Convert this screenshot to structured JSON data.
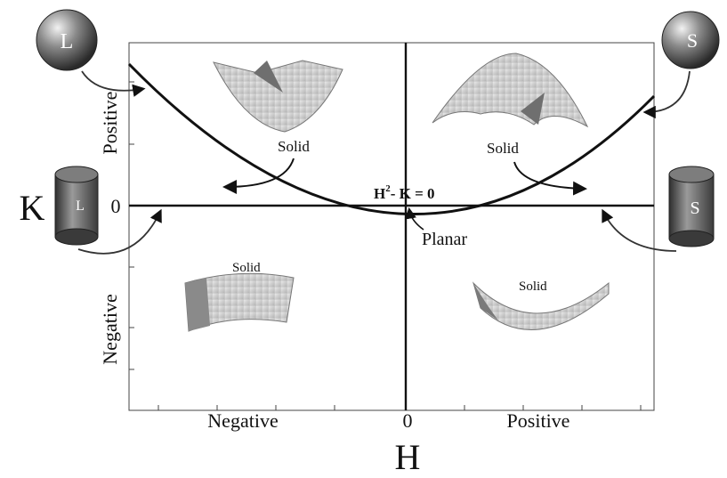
{
  "axes": {
    "x_symbol": "H",
    "y_symbol": "K",
    "x_negative": "Negative",
    "x_zero": "0",
    "x_positive": "Positive",
    "y_positive": "Positive",
    "y_zero": "0",
    "y_negative": "Negative"
  },
  "curve_label": {
    "base": "H",
    "exp": "2",
    "rest": "- K = 0"
  },
  "origin_label": "Planar",
  "quadrants": {
    "upper_left": "Solid",
    "upper_right": "Solid",
    "lower_left": "Solid",
    "lower_right": "Solid"
  },
  "particles": {
    "sphere_left": "L",
    "sphere_right": "S",
    "cylinder_left": "L",
    "cylinder_right": "S"
  },
  "colors": {
    "line": "#111111",
    "surface": "#d9d9d9",
    "surface_dark": "#6f6f6f"
  }
}
